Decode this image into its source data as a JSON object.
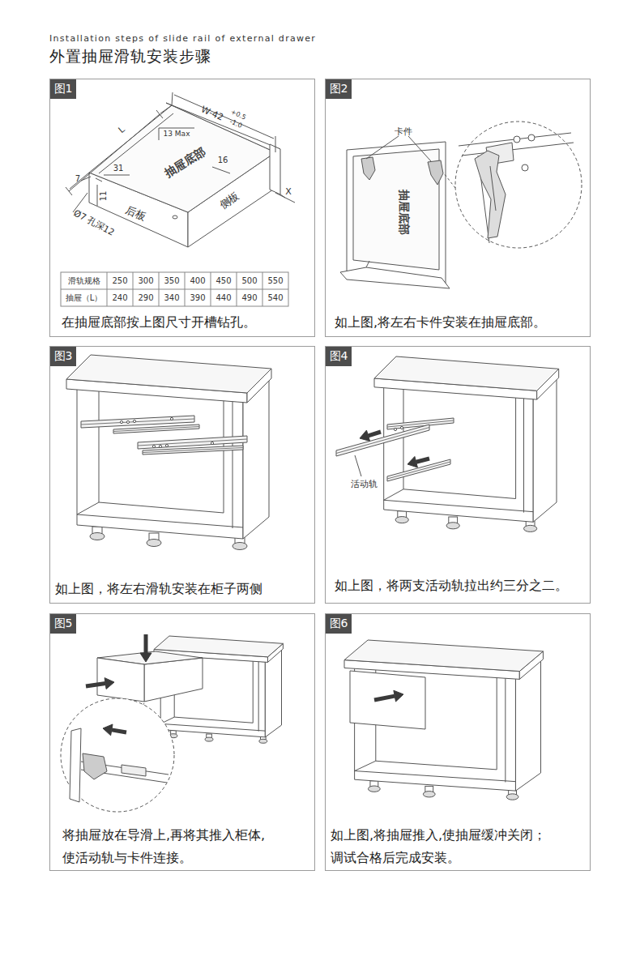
{
  "diagram": {
    "title": "外置抽屉滑轨安装步骤",
    "nodes": [
      {
        "text": [
          "在抽屉底部按上图尺寸开槽钻孔。"
        ]
      },
      {
        "text": [
          "图1"
        ],
        "in": 0
      },
      {
        "text": [
          "如上图,将左右卡件安装在抽屉底部。"
        ]
      },
      {
        "text": [
          "图2"
        ],
        "in": 2
      },
      {
        "text": [
          "如上图，将左右滑轨安装在柜子两侧"
        ]
      },
      {
        "text": [
          "图3"
        ],
        "in": 4
      },
      {
        "text": [
          "如上图，将两支活动轨拉出约三分之二。"
        ]
      },
      {
        "text": [
          "图4"
        ],
        "in": 6
      },
      {
        "text": [
          "将抽屉放在导滑上,再将其推入柜体, 使活动轨与卡件连接。"
        ]
      },
      {
        "text": [
          "图5"
        ],
        "in": 8
      },
      {
        "text": [
          "如上图,将抽屉推入,使抽屉缓冲关闭； 调试合格后完成安装。"
        ]
      },
      {
        "text": [
          "图6"
        ],
        "in": 10
      }
    ],
    "labels": [
      "Installation steps of slide rail of external drawer",
      "L",
      "W-42",
      "+0.5",
      "-1.0",
      "13 Max",
      "抽屉底部",
      "16",
      "31",
      "7",
      "11",
      "X",
      "后板",
      "侧板",
      "Ø7 孔深12",
      "滑轨规格",
      "250",
      "300",
      "350",
      "400",
      "450",
      "500",
      "550",
      "抽屉（L）",
      "240",
      "290",
      "340",
      "390",
      "440",
      "490",
      "540",
      "卡件",
      "抽屉底部",
      "活动轨"
    ]
  }
}
